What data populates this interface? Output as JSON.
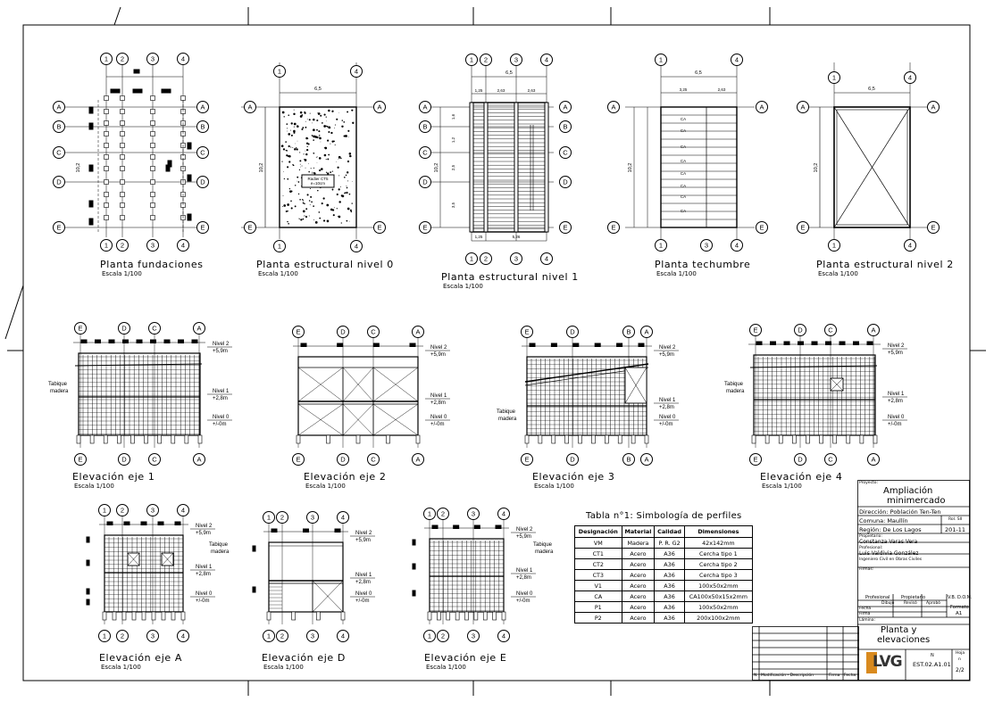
{
  "drawings": [
    {
      "title": "Planta fundaciones",
      "scale": "Escala 1/100"
    },
    {
      "title": "Planta estructural nivel 0",
      "scale": "Escala 1/100"
    },
    {
      "title": "Planta estructural nivel 1",
      "scale": "Escala 1/100"
    },
    {
      "title": "Planta techumbre",
      "scale": "Escala 1/100"
    },
    {
      "title": "Planta estructural nivel 2",
      "scale": "Escala 1/100"
    },
    {
      "title": "Elevación eje 1",
      "scale": "Escala 1/100"
    },
    {
      "title": "Elevación eje 2",
      "scale": "Escala 1/100"
    },
    {
      "title": "Elevación eje 3",
      "scale": "Escala 1/100"
    },
    {
      "title": "Elevación eje 4",
      "scale": "Escala 1/100"
    },
    {
      "title": "Elevación eje A",
      "scale": "Escala 1/100"
    },
    {
      "title": "Elevación eje D",
      "scale": "Escala 1/100"
    },
    {
      "title": "Elevación eje E",
      "scale": "Escala 1/100"
    }
  ],
  "axes": {
    "plan_columns": [
      "1",
      "2",
      "3",
      "4"
    ],
    "plan_rows": [
      "A",
      "B",
      "C",
      "D",
      "E"
    ],
    "elev_1": [
      "E",
      "D",
      "C",
      "A"
    ],
    "elev_2": [
      "E",
      "D",
      "C",
      "A"
    ],
    "elev_3": [
      "E",
      "D",
      "B",
      "A"
    ],
    "elev_4": [
      "E",
      "D",
      "C",
      "A"
    ],
    "elev_a": [
      "1",
      "2",
      "3",
      "4"
    ],
    "elev_d": [
      "1",
      "2",
      "3",
      "4"
    ],
    "elev_e": [
      "1",
      "2",
      "3",
      "4"
    ]
  },
  "dims": {
    "width_total": "6,5",
    "depth_total": "10,2",
    "n1_top": [
      "1,25",
      "2,63",
      "2,63"
    ],
    "n1_bottom": [
      "1,25",
      "5,26"
    ],
    "roof_top": [
      "3,25",
      "2,63"
    ],
    "n1_rows": [
      "1,6",
      "1,2",
      "2,5",
      "3,5"
    ]
  },
  "slab_note": [
    "Radier CT5",
    "e=10cm"
  ],
  "levels": {
    "n2_name": "Nivel 2",
    "n2_value": "+5,9m",
    "n1_name": "Nivel 1",
    "n1_value": "+2,8m",
    "n0_name": "Nivel 0",
    "n0_value": "+/-0m"
  },
  "labels": {
    "tabique": "Tabique",
    "madera": "madera"
  },
  "profile_table": {
    "title": "Tabla n°1: Simbología de perfiles",
    "headers": [
      "Designación",
      "Material",
      "Calidad",
      "Dimensiones"
    ],
    "rows": [
      [
        "VM",
        "Madera",
        "P. R. G2",
        "42x142mm"
      ],
      [
        "CT1",
        "Acero",
        "A36",
        "Cercha tipo 1"
      ],
      [
        "CT2",
        "Acero",
        "A36",
        "Cercha tipo 2"
      ],
      [
        "CT3",
        "Acero",
        "A36",
        "Cercha tipo 3"
      ],
      [
        "V1",
        "Acero",
        "A36",
        "100x50x2mm"
      ],
      [
        "CA",
        "Acero",
        "A36",
        "CA100x50x15x2mm"
      ],
      [
        "P1",
        "Acero",
        "A36",
        "100x50x2mm"
      ],
      [
        "P2",
        "Acero",
        "A36",
        "200x100x2mm"
      ]
    ]
  },
  "title_block": {
    "proyecto_label": "Proyecto:",
    "project_line1": "Ampliación",
    "project_line2": "minimercado",
    "direccion": "Dirección: Población Ten-Ten",
    "comuna": "Comuna: Maullín",
    "rol_label": "Rol. SII",
    "region": "Región: De Los Lagos",
    "rol": "201-11",
    "propietario_label": "Propietario:",
    "propietario": "Constanza Varas Vera",
    "profesional_label": "Profesional:",
    "profesional": "Luis Valdivia González",
    "profesion": "Ingeniero Civil en Obras Civiles",
    "firmas_label": "Firmas:",
    "profesional_col": "Profesional",
    "propietario_col": "Propietario",
    "dom": "V.B. D.O.M.",
    "dibujo": "Dibujó",
    "reviso": "Revisó",
    "aprobo": "Aprobó",
    "fecha": "Fecha",
    "formato_label": "Formato",
    "formato": "A1",
    "firma": "Firma",
    "plano_label": "Lámina:",
    "plano_line1": "Planta y",
    "plano_line2": "elevaciones",
    "n_label": "N",
    "code": "EST.02.A1.01",
    "hoja_label": "Hoja",
    "hoja_n": "n",
    "hoja": "2/2",
    "rev_cols": [
      "N",
      "Modificación - Descripción",
      "Firma",
      "Fecha"
    ]
  },
  "logo": {
    "text": "LVG"
  }
}
